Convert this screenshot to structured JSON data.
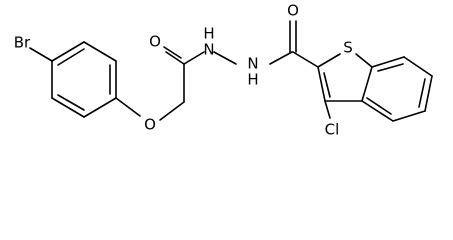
{
  "molecule": {
    "atoms": {
      "bromine": "Br",
      "ether_oxygen": "O",
      "amide_oxygen_1": "O",
      "hydrazide_nh_1": "H\nN",
      "hydrazide_nh_2": "N\nH",
      "amide_oxygen_2": "O",
      "thiophene_sulfur": "S",
      "chlorine": "Cl"
    }
  }
}
